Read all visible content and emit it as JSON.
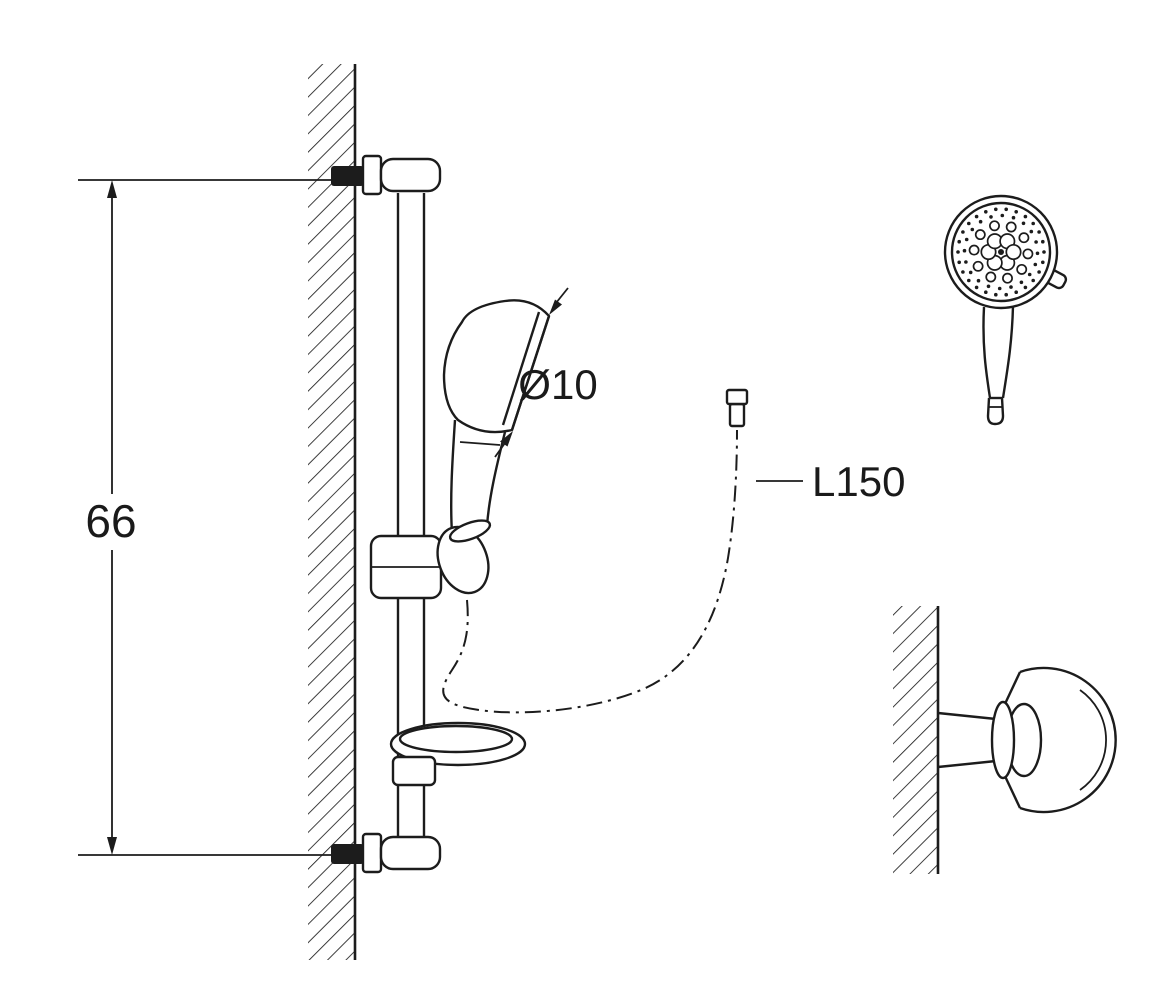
{
  "drawing": {
    "background": "#ffffff",
    "line_color": "#1c1c1c",
    "dimensions": {
      "bar_height_label": "66",
      "head_diameter_label": "Ø10",
      "hose_length_label": "L150"
    }
  }
}
